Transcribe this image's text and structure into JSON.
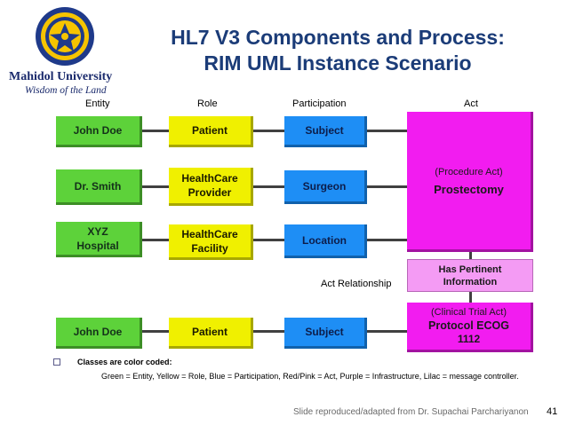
{
  "header": {
    "university": "Mahidol University",
    "motto": "Wisdom of the Land",
    "title_line1": "HL7 V3 Components and Process:",
    "title_line2": "RIM UML Instance Scenario"
  },
  "columns": {
    "entity": "Entity",
    "role": "Role",
    "participation": "Participation",
    "act": "Act"
  },
  "diagram": {
    "row1": {
      "entity": "John Doe",
      "role": "Patient",
      "participation": "Subject"
    },
    "row2": {
      "entity": "Dr. Smith",
      "role_line1": "HealthCare",
      "role_line2": "Provider",
      "participation": "Surgeon"
    },
    "row3": {
      "entity_line1": "XYZ",
      "entity_line2": "Hospital",
      "role_line1": "HealthCare",
      "role_line2": "Facility",
      "participation": "Location"
    },
    "act1": {
      "class": "(Procedure Act)",
      "name": "Prostectomy"
    },
    "relationship": {
      "label": "Act Relationship",
      "box_line1": "Has Pertinent",
      "box_line2": "Information"
    },
    "row4": {
      "entity": "John Doe",
      "role": "Patient",
      "participation": "Subject"
    },
    "act2": {
      "class": "(Clinical Trial Act)",
      "name_line1": "Protocol ECOG",
      "name_line2": "1112"
    }
  },
  "note": {
    "title": "Classes are color coded:",
    "body": "Green = Entity, Yellow = Role, Blue = Participation, Red/Pink = Act, Purple = Infrastructure, Lilac = message controller."
  },
  "footer": {
    "credit": "Slide reproduced/adapted from Dr. Supachai Parchariyanon",
    "page": "41"
  },
  "colors": {
    "entity": "#5dd23a",
    "role": "#f0f000",
    "participation": "#1e8ef5",
    "act": "#f21cf0",
    "relationship": "#f49bf4",
    "title": "#1b3c78"
  }
}
